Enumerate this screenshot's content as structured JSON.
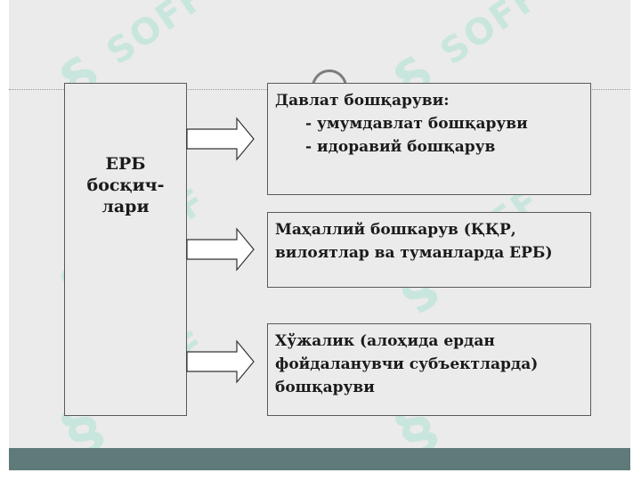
{
  "diagram": {
    "root_label": "ЕРБ\nбосқич-\nлари",
    "boxes": [
      {
        "title": "Давлат бошқаруви:",
        "items": [
          "- умумдавлат бошқаруви",
          "- идоравий бошқарув"
        ]
      },
      {
        "text": " Маҳаллий бошкарув (ҚҚР,\nвилоятлар ва туманларда ЕРБ)"
      },
      {
        "text": "Хўжалик (алоҳида ердан\nфойдаланувчи субъектларда)\nбошқаруви"
      }
    ]
  },
  "watermark": {
    "text": "SOFF"
  },
  "colors": {
    "slide_bg": "#ebebeb",
    "box_border": "#5a5a5a",
    "bottom_bar": "#5f7a7a",
    "watermark": "#78dcbe"
  }
}
